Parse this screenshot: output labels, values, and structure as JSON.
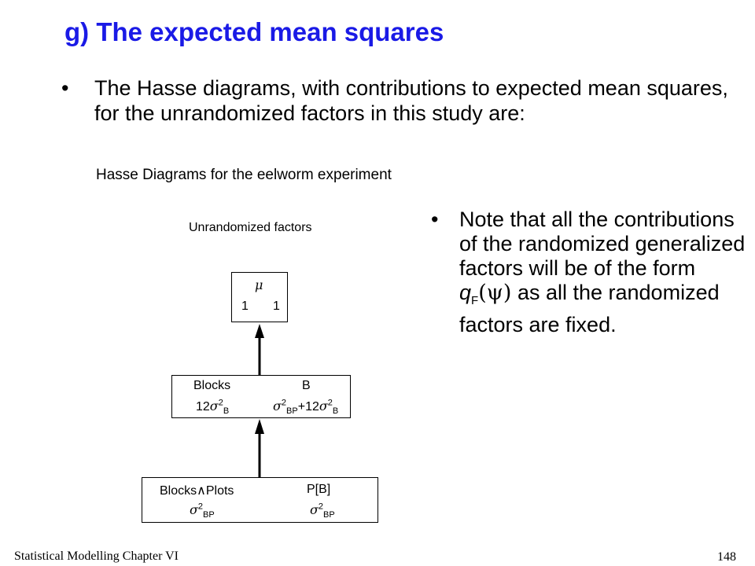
{
  "slide": {
    "title": "g)  The expected mean squares",
    "bullet1": "The Hasse diagrams, with contributions to expected mean squares, for the unrandomized factors in this study are:",
    "bullet2_before": "Note that all the contributions of the randomized generalized factors will be of the form ",
    "bullet2_q": "q",
    "bullet2_sub": "F",
    "bullet2_psi": "(ψ)",
    "bullet2_after": " as all the randomized factors are fixed."
  },
  "diagram": {
    "title": "Hasse Diagrams for the eelworm experiment",
    "subtitle": "Unrandomized factors",
    "mu_node": {
      "symbol": "μ",
      "left_value": "1",
      "right_value": "1"
    },
    "blocks_node": {
      "name": "Blocks",
      "label": "B",
      "left_coef": "12",
      "sigma": "σ",
      "sup": "2",
      "sub_B": "B",
      "sub_BP": "BP",
      "plus": "+12"
    },
    "plots_node": {
      "name": "Blocks∧Plots",
      "label": "P[B]",
      "sigma": "σ",
      "sup": "2",
      "sub_BP": "BP"
    }
  },
  "footer": {
    "left": "Statistical Modelling   Chapter VI",
    "page": "148"
  },
  "colors": {
    "title": "#1a1ae6",
    "text": "#000000"
  }
}
